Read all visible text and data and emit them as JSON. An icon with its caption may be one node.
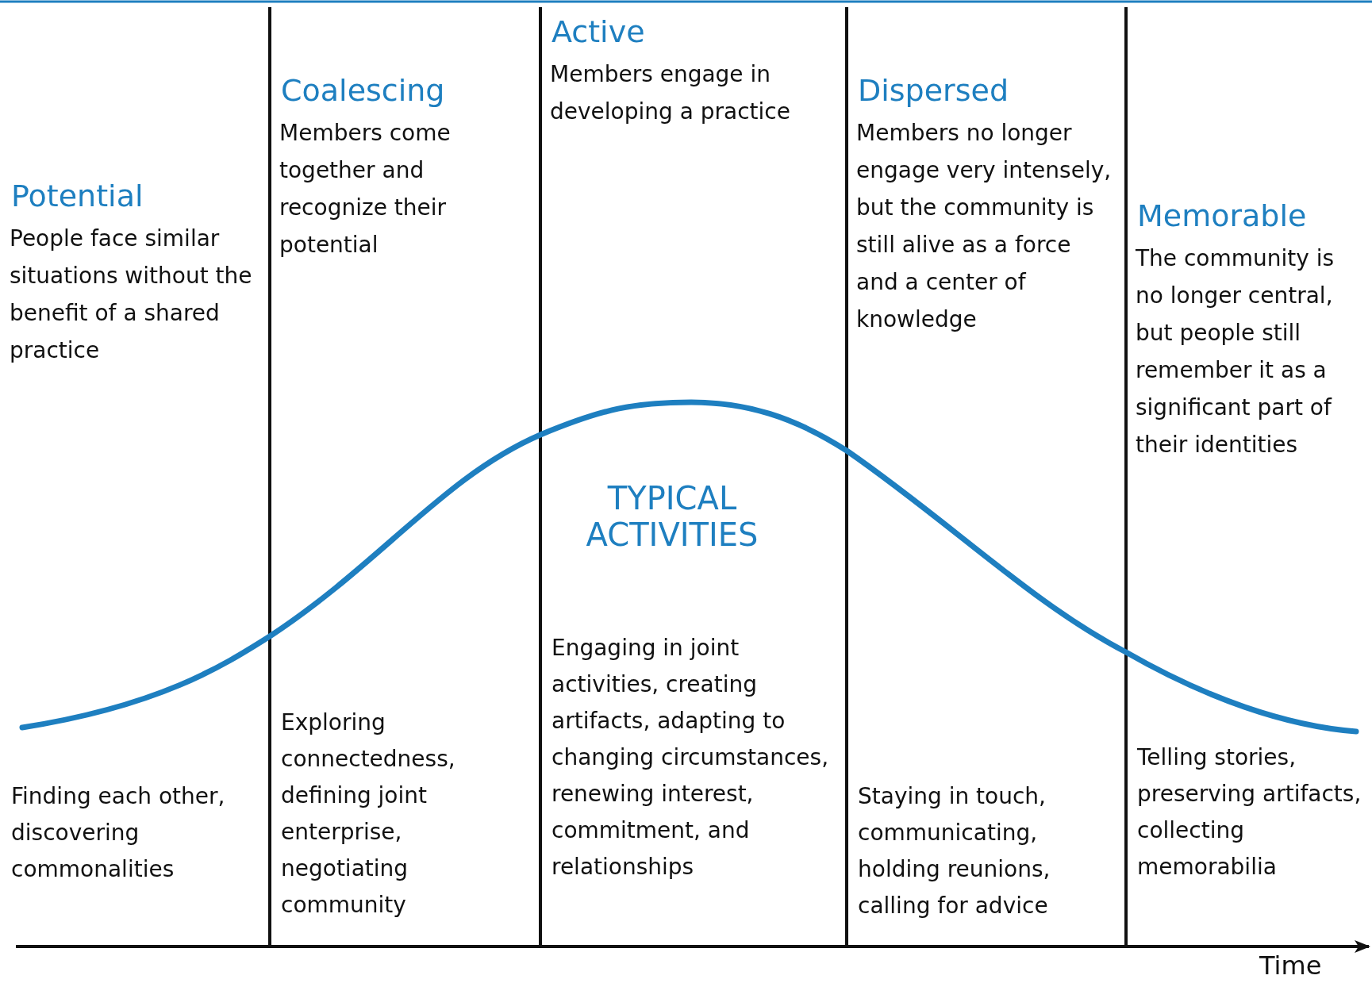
{
  "diagram": {
    "nodes": [
      {
        "text": [
          "Potential",
          "People face similar situations without the benefit of a shared practice",
          "Finding each other, discovering commonalities"
        ]
      },
      {
        "text": [
          "Coalescing",
          "Members come together and recognize their potential",
          "Exploring connectedness, defining joint enterprise, negotiating community"
        ]
      },
      {
        "text": [
          "Active",
          "Members engage in developing a practice",
          "Engaging in joint activities, creating artifacts, adapting to changing circumstances, renewing interest, commitment, and relationships"
        ]
      },
      {
        "text": [
          "Dispersed",
          "Members no longer engage very intensely, but the community is still alive as a force and a center of knowledge",
          "Staying in touch, communicating, holding reunions, calling for advice"
        ]
      },
      {
        "text": [
          "Memorable",
          "The community is no longer central, but people still remember it as a significant part of their identities",
          "Telling stories, preserving artifacts, collecting memorabilia"
        ]
      }
    ],
    "edges": [],
    "labels": [
      "TYPICAL ACTIVITIES",
      "Time"
    ]
  }
}
